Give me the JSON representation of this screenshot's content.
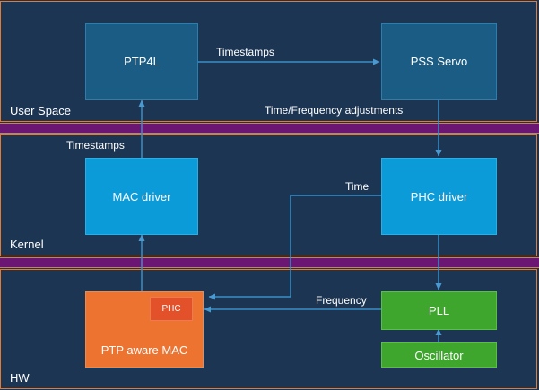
{
  "zones": {
    "user_space": "User Space",
    "kernel": "Kernel",
    "hw": "HW"
  },
  "nodes": {
    "ptp4l": "PTP4L",
    "pss_servo": "PSS Servo",
    "mac_driver": "MAC driver",
    "phc_driver": "PHC driver",
    "ptp_aware_mac": "PTP aware MAC",
    "phc": "PHC",
    "pll": "PLL",
    "oscillator": "Oscillator"
  },
  "edges": {
    "ptp4l_to_servo": "Timestamps",
    "servo_to_phc_driver": "Time/Frequency adjustments",
    "mac_driver_to_ptp4l": "Timestamps",
    "phc_driver_to_mac": "Time",
    "pll_to_mac": "Frequency"
  },
  "colors": {
    "background": "#1c3553",
    "zone_border": "#e07b39",
    "divider": "#6c1673",
    "user_space_box": "#1a5c84",
    "kernel_box": "#0c9bd9",
    "hw_green": "#3ea52d",
    "hw_orange": "#ec7430",
    "phc_chip": "#e2512a",
    "arrow": "#3a8fc8"
  }
}
